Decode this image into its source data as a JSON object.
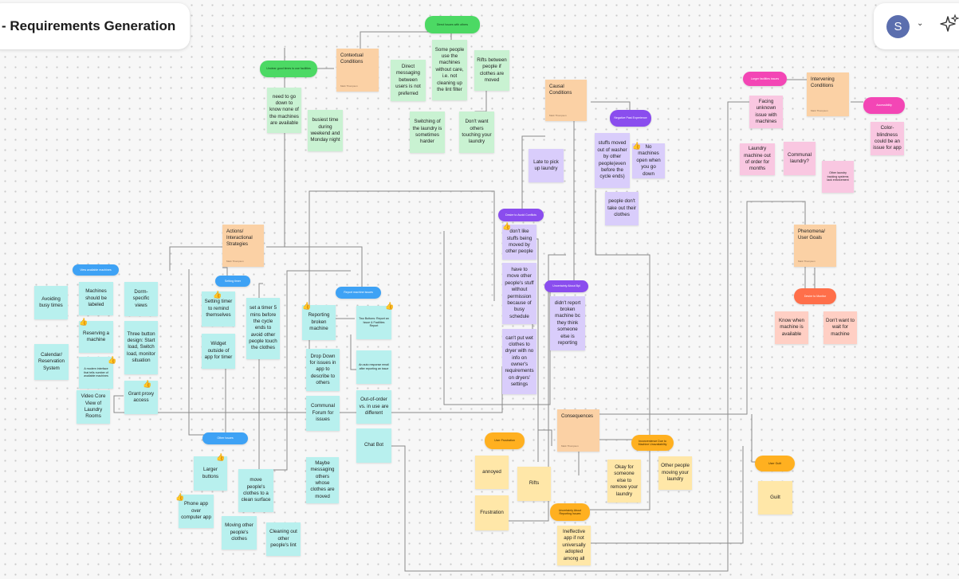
{
  "app": {
    "title": "- Requirements Generation",
    "user_initial": "S",
    "icons": {
      "avatar": "user-avatar",
      "menu": "chevron-down-icon",
      "assistant": "sparkle-icon"
    }
  },
  "colors": {
    "green_sticky": "#c9f2d2",
    "purple_sticky": "#d9cdfb",
    "pink_sticky": "#f9c7e1",
    "teal_sticky": "#b8f0ee",
    "orange_sticky": "#fbd1a5",
    "yellow_sticky": "#ffe7a8",
    "salmon_sticky": "#ffcfc4",
    "green_tag": "#4cd964",
    "purple_tag": "#8a4dee",
    "pink_tag": "#f346b5",
    "blue_tag": "#3ea2f5",
    "orange_tag": "#ffb020",
    "coral_tag": "#ff6f4a"
  },
  "frames": {
    "contextual": {
      "title": "Contextual Conditions",
      "sub": "Mark Thompson"
    },
    "causal": {
      "title": "Causal Conditions",
      "sub": "Mark Thompson"
    },
    "intervening": {
      "title": "Intervening Conditions",
      "sub": "Mark Thompson"
    },
    "actions": {
      "title": "Actions/ Interactional Strategies",
      "sub": "Mark Thompson"
    },
    "phenomena": {
      "title": "Phenomena/ User Goals",
      "sub": "Mark Thompson"
    },
    "consequences": {
      "title": "Consequences",
      "sub": "Mark Thompson"
    }
  },
  "tags": {
    "direct_issues": "Direct Issues with others",
    "unclear_times": "Unclear good times to use facilities",
    "negative_past": "Negative Past Experience",
    "larger_facilities": "Larger facilities issues",
    "accessibility": "Accessibility",
    "desire_avoid": "Desire to Avoid Conflicts",
    "uncertainty_blame": "Uncertainty About Bpl",
    "desire_monitor": "Desire to Monitor",
    "view_machines": "View available machines",
    "setting_timer": "Setting timer",
    "report_issues": "Report machine issues",
    "other_issues": "Other Issues",
    "user_frustration": "User Frustration",
    "inconvenience": "Inconvenience Due to Machine Unavailability",
    "uncertainty_reporting": "Uncertainty About Reporting Issues",
    "user_guilt": "User Guilt"
  },
  "stickies": {
    "direct_messaging": "Direct messaging between users is not preferred",
    "lint_filter": "Some people use the machines without care, i.e. not cleaning up the lint filter",
    "rifts_moved": "Rifts between people if clothes are moved",
    "need_go_down": "need to go down to know none of the machines are available",
    "busiest_time": "busiest time during weekend and Monday night",
    "switching": "Switching of the laundry is sometimes harder",
    "dont_want_touch": "Don't want others touching your laundry",
    "late_pick": "Late to pick up laundry",
    "stuffs_moved_out": "stuffs moved out of washer by other people(even before the cycle ends)",
    "no_machines_open": "No machines open when you go down",
    "people_dont_take": "people don't take out their clothes",
    "dont_like_moved": "don't like stuffs being moved by other people",
    "have_to_move": "have to move other people's stuff without permission because of busy schedule",
    "cant_put_wet": "can't put wet clothes to dryer with no info on owner's requirements on dryers' settings",
    "didnt_report": "didn't report broken machine bc they think someone else is reporting",
    "facing_unknown": "Facing unknown issue with machines",
    "laundry_out": "Laundry machine out of order for months",
    "communal_laundry": "Communal laundry?",
    "other_laundry": "Other laundry tracking systems lack enforcement",
    "color_blindness": "Color-blindness could be an issue for app",
    "know_when": "Know when machine is available",
    "dont_want_wait": "Don't want to wait for machine",
    "avoiding_busy": "Avoiding busy times",
    "machines_labeled": "Machines should be labeled",
    "dorm_views": "Dorm-specific views",
    "reserving": "Reserving a machine",
    "three_button": "Three button design: Start load, Switch load, monitor situation",
    "calendar": "Calendar/ Reservation System",
    "modern_interface": "A modern interface that tells number of available machines",
    "grant_proxy": "Grant proxy access",
    "video_core": "Video Core View of Laundry Rooms",
    "setting_timer_remind": "Setting timer to remind themselves",
    "set_timer_5": "set a timer 5 mins before the cycle ends to avoid other people touch the clothes",
    "widget": "Widget outside of app for timer",
    "reporting_broken": "Reporting broken machine",
    "two_buttons": "Two Buttons: Report an Issue & Facilities Report",
    "drop_down": "Drop Down for issues in app to describe to others",
    "auto_response": "An auto response email after reporting an issue",
    "communal_forum": "Communal Forum for issues",
    "out_of_order": "Out-of-order vs. in use are different",
    "chat_bot": "Chat Bot",
    "larger_buttons": "Larger buttons",
    "phone_app": "Phone app over computer app",
    "move_peoples": "move people's clothes to a clean surface",
    "maybe_messaging": "Maybe messaging others whose clothes are moved",
    "moving_other": "Moving other people's clothes",
    "cleaning_lint": "Cleaning out other people's lint",
    "annoyed": "annoyed",
    "rifts": "Rifts",
    "frustration": "Frustration",
    "okay_for_someone": "Okay for someone else to remove your laundry",
    "other_people_moving": "Other people moving your laundry",
    "guilt": "Guilt",
    "ineffective_app": "Ineffective app if not universally adopted among all"
  }
}
